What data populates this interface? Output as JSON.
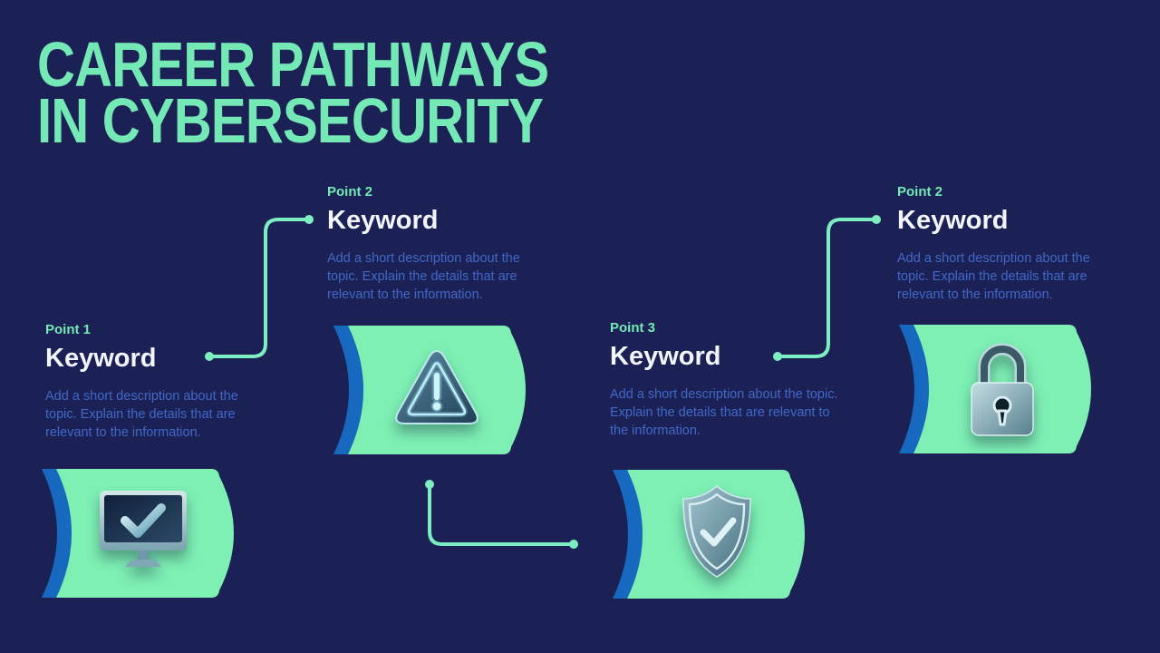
{
  "colors": {
    "background": "#1c2155",
    "title_mint": "#74e9b6",
    "mint_text": "#74e9b6",
    "mint_line": "#7dedc2",
    "card_green": "#7ef0b4",
    "card_stripe": "#1769c0",
    "keyword_white": "#f2f5fd",
    "description_blue": "#4068c8"
  },
  "title": {
    "line1": "CAREER PATHWAYS",
    "line2": "IN CYBERSECURITY"
  },
  "points": [
    {
      "label": "Point 1",
      "keyword": "Keyword",
      "description": "Add a short description about the topic. Explain the details that are relevant to the information.",
      "icon": "monitor-check-icon"
    },
    {
      "label": "Point 2",
      "keyword": "Keyword",
      "description": "Add a short description about the topic. Explain the details that are relevant to the information.",
      "icon": "warning-triangle-icon"
    },
    {
      "label": "Point 3",
      "keyword": "Keyword",
      "description": "Add a short description about the topic. Explain the details that are relevant to the information.",
      "icon": "shield-check-icon"
    },
    {
      "label": "Point 2",
      "keyword": "Keyword",
      "description": "Add a short description about the topic. Explain the details that are relevant to the information.",
      "icon": "padlock-icon"
    }
  ]
}
